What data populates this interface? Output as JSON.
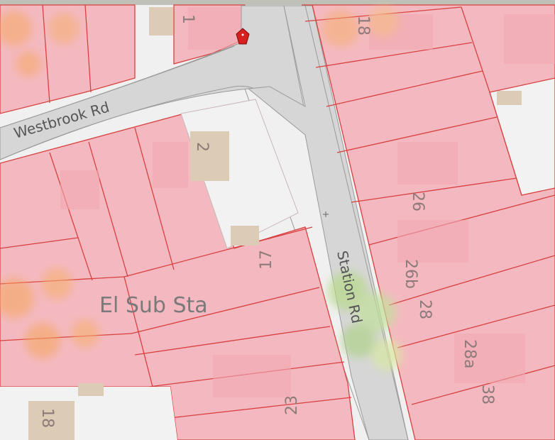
{
  "map": {
    "road_labels": {
      "westbrook": "Westbrook Rd",
      "station": "Station Rd"
    },
    "feature_label": "El Sub Sta",
    "house_numbers": {
      "n1": "1",
      "n18_top": "18",
      "n2": "2",
      "n26": "26",
      "n17": "17",
      "n26b": "26b",
      "n28": "28",
      "n28a": "28a",
      "n38": "38",
      "n23": "23",
      "n18_bottom": "18"
    },
    "colors": {
      "parcel_fill": "#f4b9c0",
      "parcel_line": "#d8403f",
      "road_fill": "#d6d6d6",
      "building_fill": "#dccbb5",
      "marker": "#d61f1f"
    },
    "icons": {
      "marker": "location-pin-icon",
      "crosshair": "crosshair-icon"
    }
  }
}
